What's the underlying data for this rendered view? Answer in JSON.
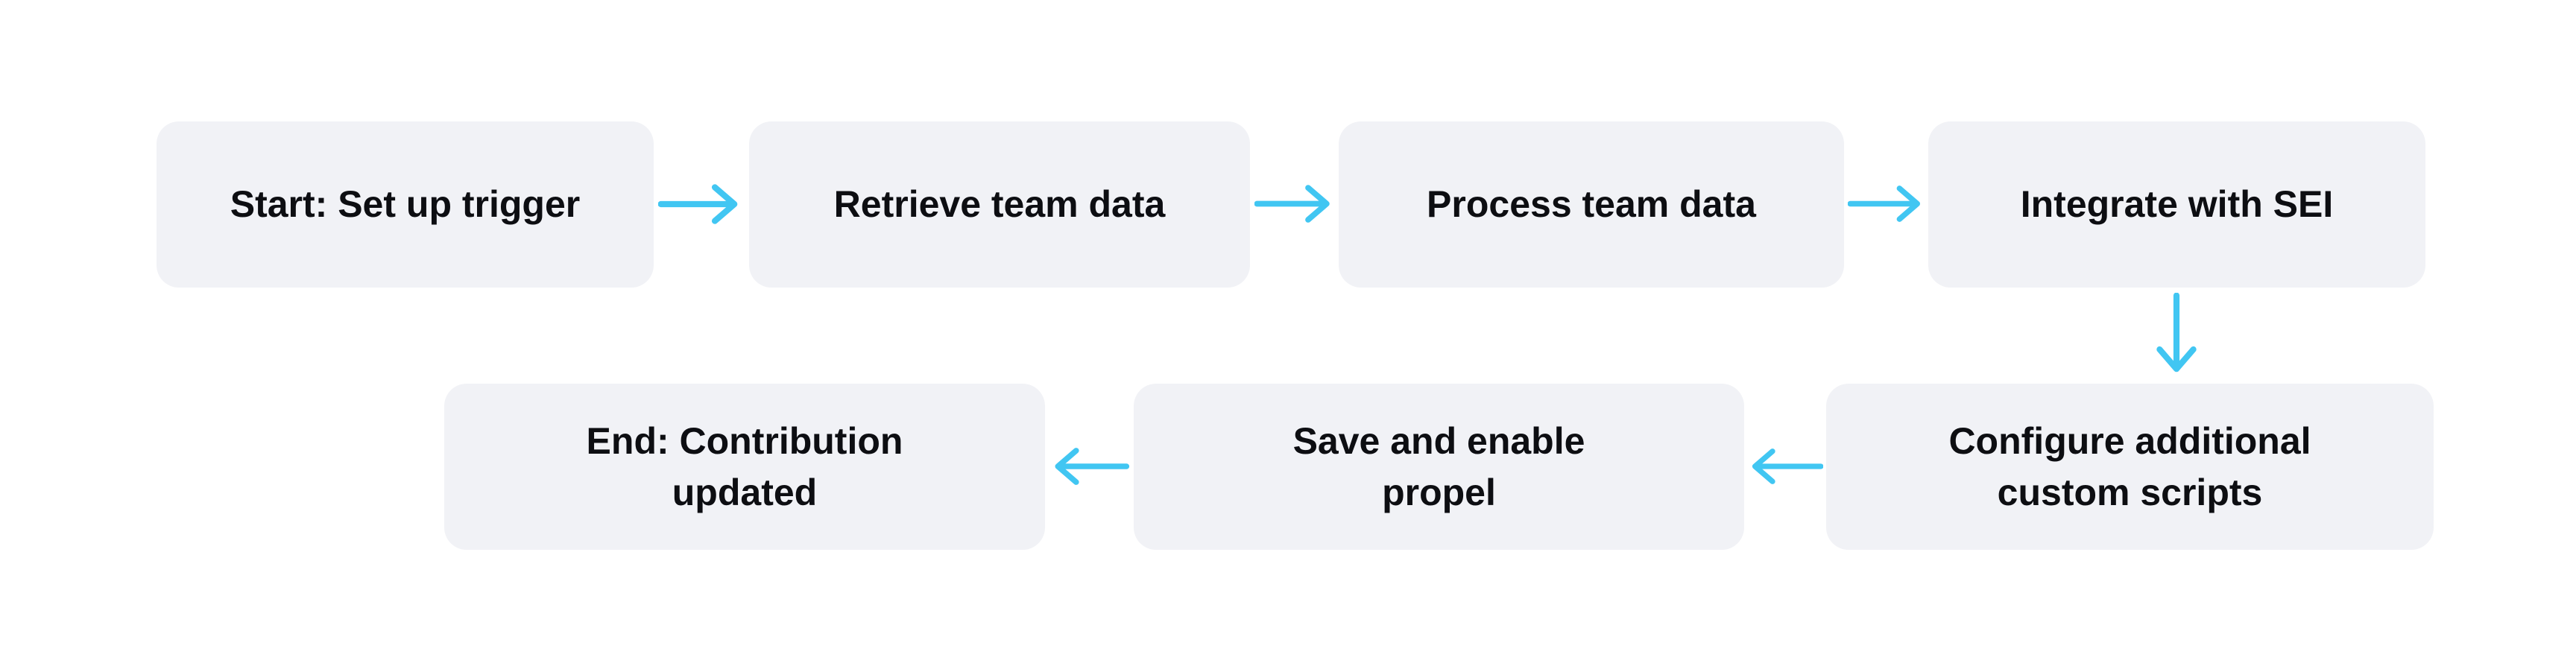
{
  "colors": {
    "bg": "#ffffff",
    "node-fill": "#f1f2f6",
    "text": "#0d0e12",
    "accent": "#41c6f2"
  },
  "diagram": {
    "type": "flowchart",
    "nodes": [
      {
        "id": "start",
        "label": "Start: Set up trigger"
      },
      {
        "id": "retrieve",
        "label": "Retrieve team data"
      },
      {
        "id": "process",
        "label": "Process team data"
      },
      {
        "id": "integrate",
        "label": "Integrate with SEI"
      },
      {
        "id": "configure",
        "label": "Configure additional\ncustom scripts"
      },
      {
        "id": "save",
        "label": "Save and enable\npropel"
      },
      {
        "id": "end",
        "label": "End: Contribution\nupdated"
      }
    ],
    "edges": [
      {
        "from": "start",
        "to": "retrieve",
        "direction": "right"
      },
      {
        "from": "retrieve",
        "to": "process",
        "direction": "right"
      },
      {
        "from": "process",
        "to": "integrate",
        "direction": "right"
      },
      {
        "from": "integrate",
        "to": "configure",
        "direction": "down"
      },
      {
        "from": "configure",
        "to": "save",
        "direction": "left"
      },
      {
        "from": "save",
        "to": "end",
        "direction": "left"
      }
    ]
  }
}
